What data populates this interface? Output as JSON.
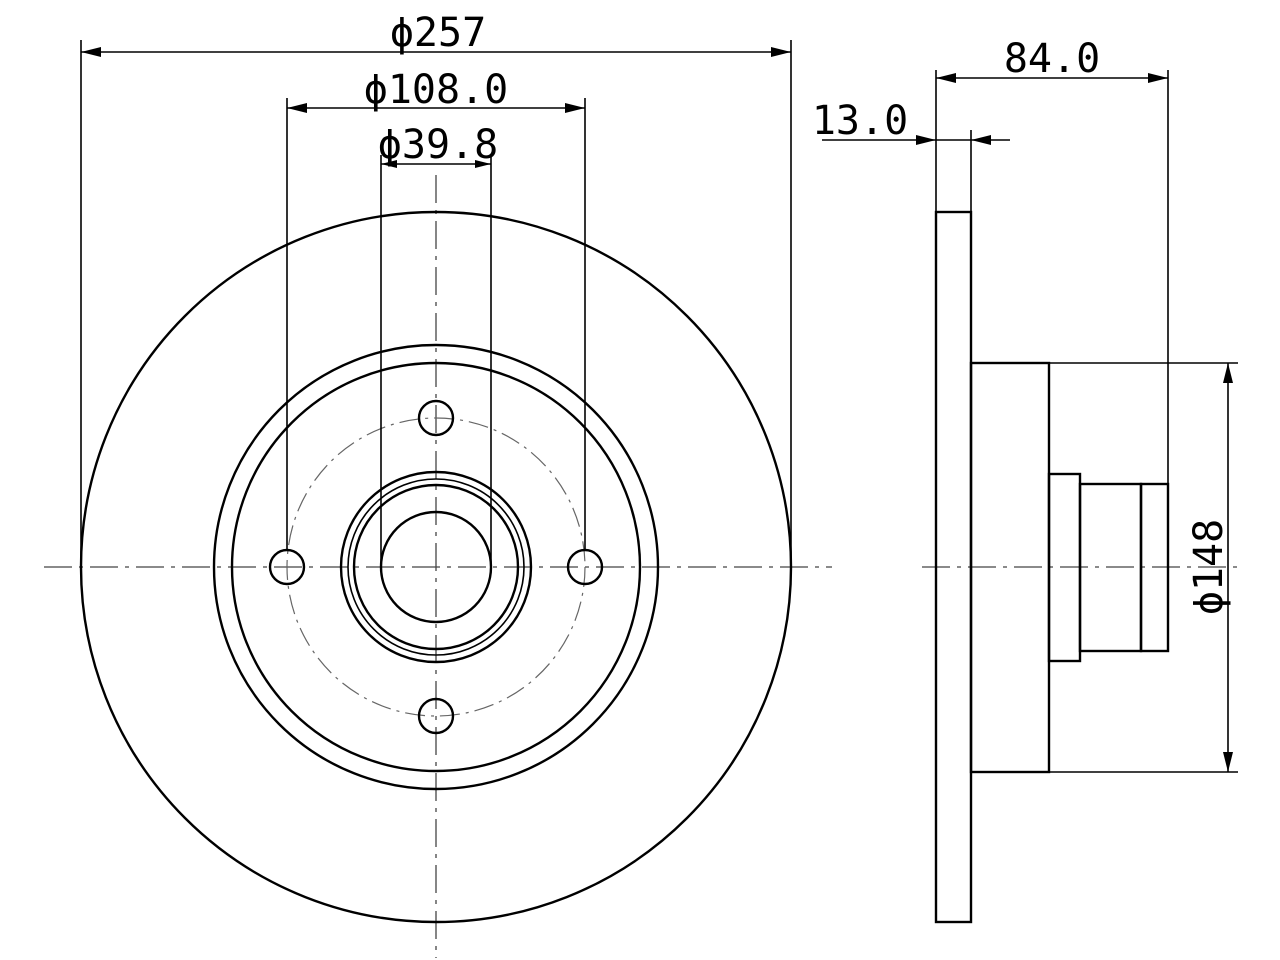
{
  "dimensions": {
    "outer_diameter": "ϕ257",
    "bolt_circle_diameter": "ϕ108.0",
    "center_bore_diameter": "ϕ39.8",
    "total_height": "84.0",
    "disc_thickness": "13.0",
    "hub_diameter": "ϕ148"
  }
}
